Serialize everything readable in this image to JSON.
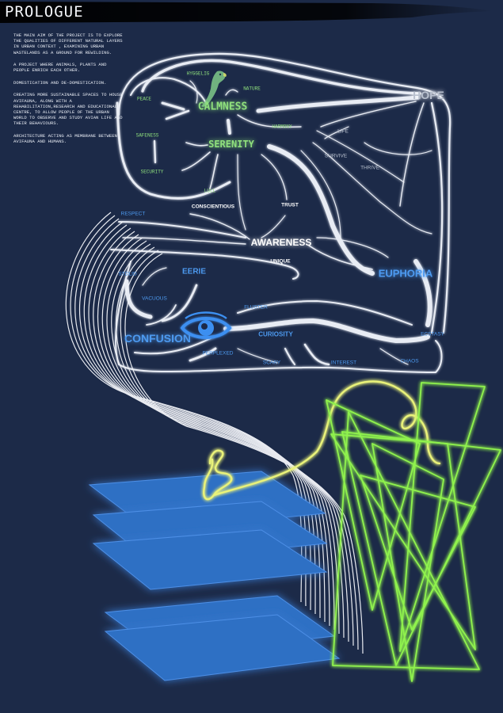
{
  "header": {
    "title": "PROLOGUE"
  },
  "intro": [
    "THE MAIN AIM OF THE PROJECT IS TO EXPLORE THE QUALITIES OF DIFFERENT NATURAL LAYERS IN URBAN CONTEXT , EXAMINING URBAN WASTELANDS AS A GROUND FOR REWILDING.",
    "A PROJECT WHERE ANIMALS, PLANTS AND PEOPLE ENRICH EACH OTHER.",
    "DOMESTICATION AND DE-DOMESTICATION.",
    "CREATING MORE SUSTAINABLE SPACES TO HOUSE AVIFAUNA, ALONG WITH A REHABILITATION,RESEARCH AND EDUCATIONAL CENTRE, TO ALLOW PEOPLE OF THE URBAN WORLD TO OBSERVE AND STUDY AVIAN LIFE AND THEIR BEHAVIOURS.",
    "ARCHITECTURE ACTING AS MEMBRANE BETWEEN AVIFAUNA AND HUMANS."
  ],
  "colors": {
    "background": "#1c2a48",
    "green_label": "#8fe07d",
    "blue_label": "#4d9af0",
    "white_label": "#ffffff",
    "grey_label": "#b8c0ce",
    "plane_fill": "#2f6fc4",
    "neon_yellow": "#e9f27a",
    "neon_green": "#8ff24e"
  },
  "words": {
    "hyggelig": "HYGGELIG",
    "nature": "NATURE",
    "peace": "PEACE",
    "calmness": "CALMNESS",
    "harmony": "HARMONY",
    "hope": "HOPE",
    "life": "LIFE",
    "safeness": "SAFENESS",
    "serenity": "SERENITY",
    "survive": "SURVIVE",
    "thrive": "THRIVE",
    "security": "SECURITY",
    "lull": "LULL",
    "conscientious": "CONSCIENTIOUS",
    "trust": "TRUST",
    "respect": "RESPECT",
    "awareness": "AWARENESS",
    "unique": "UNIQUE",
    "stolid": "STOLID",
    "eerie": "EERIE",
    "euphoria": "EUPHORIA",
    "vacuous": "VACUOUS",
    "fluster": "FLUSTER",
    "confusion": "CONFUSION",
    "curiosity": "CURIOSITY",
    "ecstasy": "ECSTASY",
    "perplexed": "PERPLEXED",
    "scary": "SCARY",
    "interest": "INTEREST",
    "chaos": "CHAOS"
  },
  "icons": {
    "bird": "parrot-icon",
    "eye": "eye-icon"
  }
}
